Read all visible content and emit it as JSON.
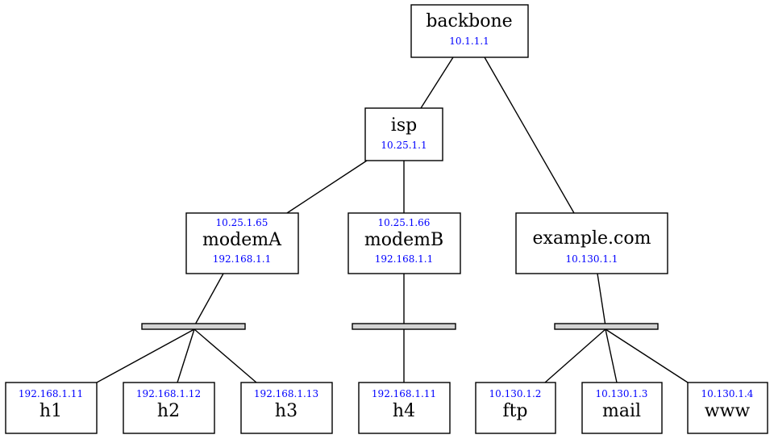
{
  "colors": {
    "ip_text": "#0000ff",
    "line": "#000000",
    "bus_fill": "#d3d3d3"
  },
  "nodes": {
    "backbone": {
      "name": "backbone",
      "ip_below": "10.1.1.1"
    },
    "isp": {
      "name": "isp",
      "ip_below": "10.25.1.1"
    },
    "modemA": {
      "name": "modemA",
      "ip_above": "10.25.1.65",
      "ip_below": "192.168.1.1"
    },
    "modemB": {
      "name": "modemB",
      "ip_above": "10.25.1.66",
      "ip_below": "192.168.1.1"
    },
    "examplecom": {
      "name": "example.com",
      "ip_below": "10.130.1.1"
    },
    "h1": {
      "name": "h1",
      "ip_above": "192.168.1.11"
    },
    "h2": {
      "name": "h2",
      "ip_above": "192.168.1.12"
    },
    "h3": {
      "name": "h3",
      "ip_above": "192.168.1.13"
    },
    "h4": {
      "name": "h4",
      "ip_above": "192.168.1.11"
    },
    "ftp": {
      "name": "ftp",
      "ip_above": "10.130.1.2"
    },
    "mail": {
      "name": "mail",
      "ip_above": "10.130.1.3"
    },
    "www": {
      "name": "www",
      "ip_above": "10.130.1.4"
    }
  },
  "edges": [
    {
      "from": "backbone",
      "to": "isp"
    },
    {
      "from": "backbone",
      "to": "examplecom"
    },
    {
      "from": "isp",
      "to": "modemA"
    },
    {
      "from": "isp",
      "to": "modemB"
    },
    {
      "from": "modemA",
      "to": "busA"
    },
    {
      "from": "modemB",
      "to": "busB"
    },
    {
      "from": "examplecom",
      "to": "busC"
    },
    {
      "from": "busA",
      "to": "h1"
    },
    {
      "from": "busA",
      "to": "h2"
    },
    {
      "from": "busA",
      "to": "h3"
    },
    {
      "from": "busB",
      "to": "h4"
    },
    {
      "from": "busC",
      "to": "ftp"
    },
    {
      "from": "busC",
      "to": "mail"
    },
    {
      "from": "busC",
      "to": "www"
    }
  ]
}
